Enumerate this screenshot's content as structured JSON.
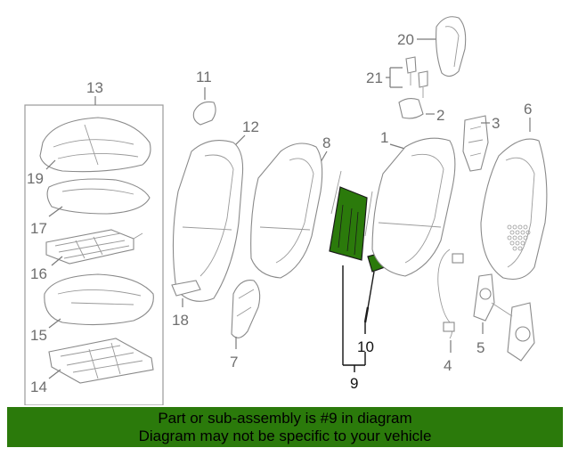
{
  "callouts": {
    "c1": "1",
    "c2": "2",
    "c3": "3",
    "c4": "4",
    "c5": "5",
    "c6": "6",
    "c7": "7",
    "c8": "8",
    "c9": "9",
    "c10": "10",
    "c11": "11",
    "c12": "12",
    "c13": "13",
    "c14": "14",
    "c15": "15",
    "c16": "16",
    "c17": "17",
    "c18": "18",
    "c19": "19",
    "c20": "20",
    "c21": "21"
  },
  "colors": {
    "highlight": "#2b7a0b",
    "callout_text": "#6e6e6e",
    "line_art": "#8a8a8a"
  },
  "banner": {
    "line1": "Part or sub-assembly is #9 in diagram",
    "line2": "Diagram may not be specific to your vehicle"
  }
}
